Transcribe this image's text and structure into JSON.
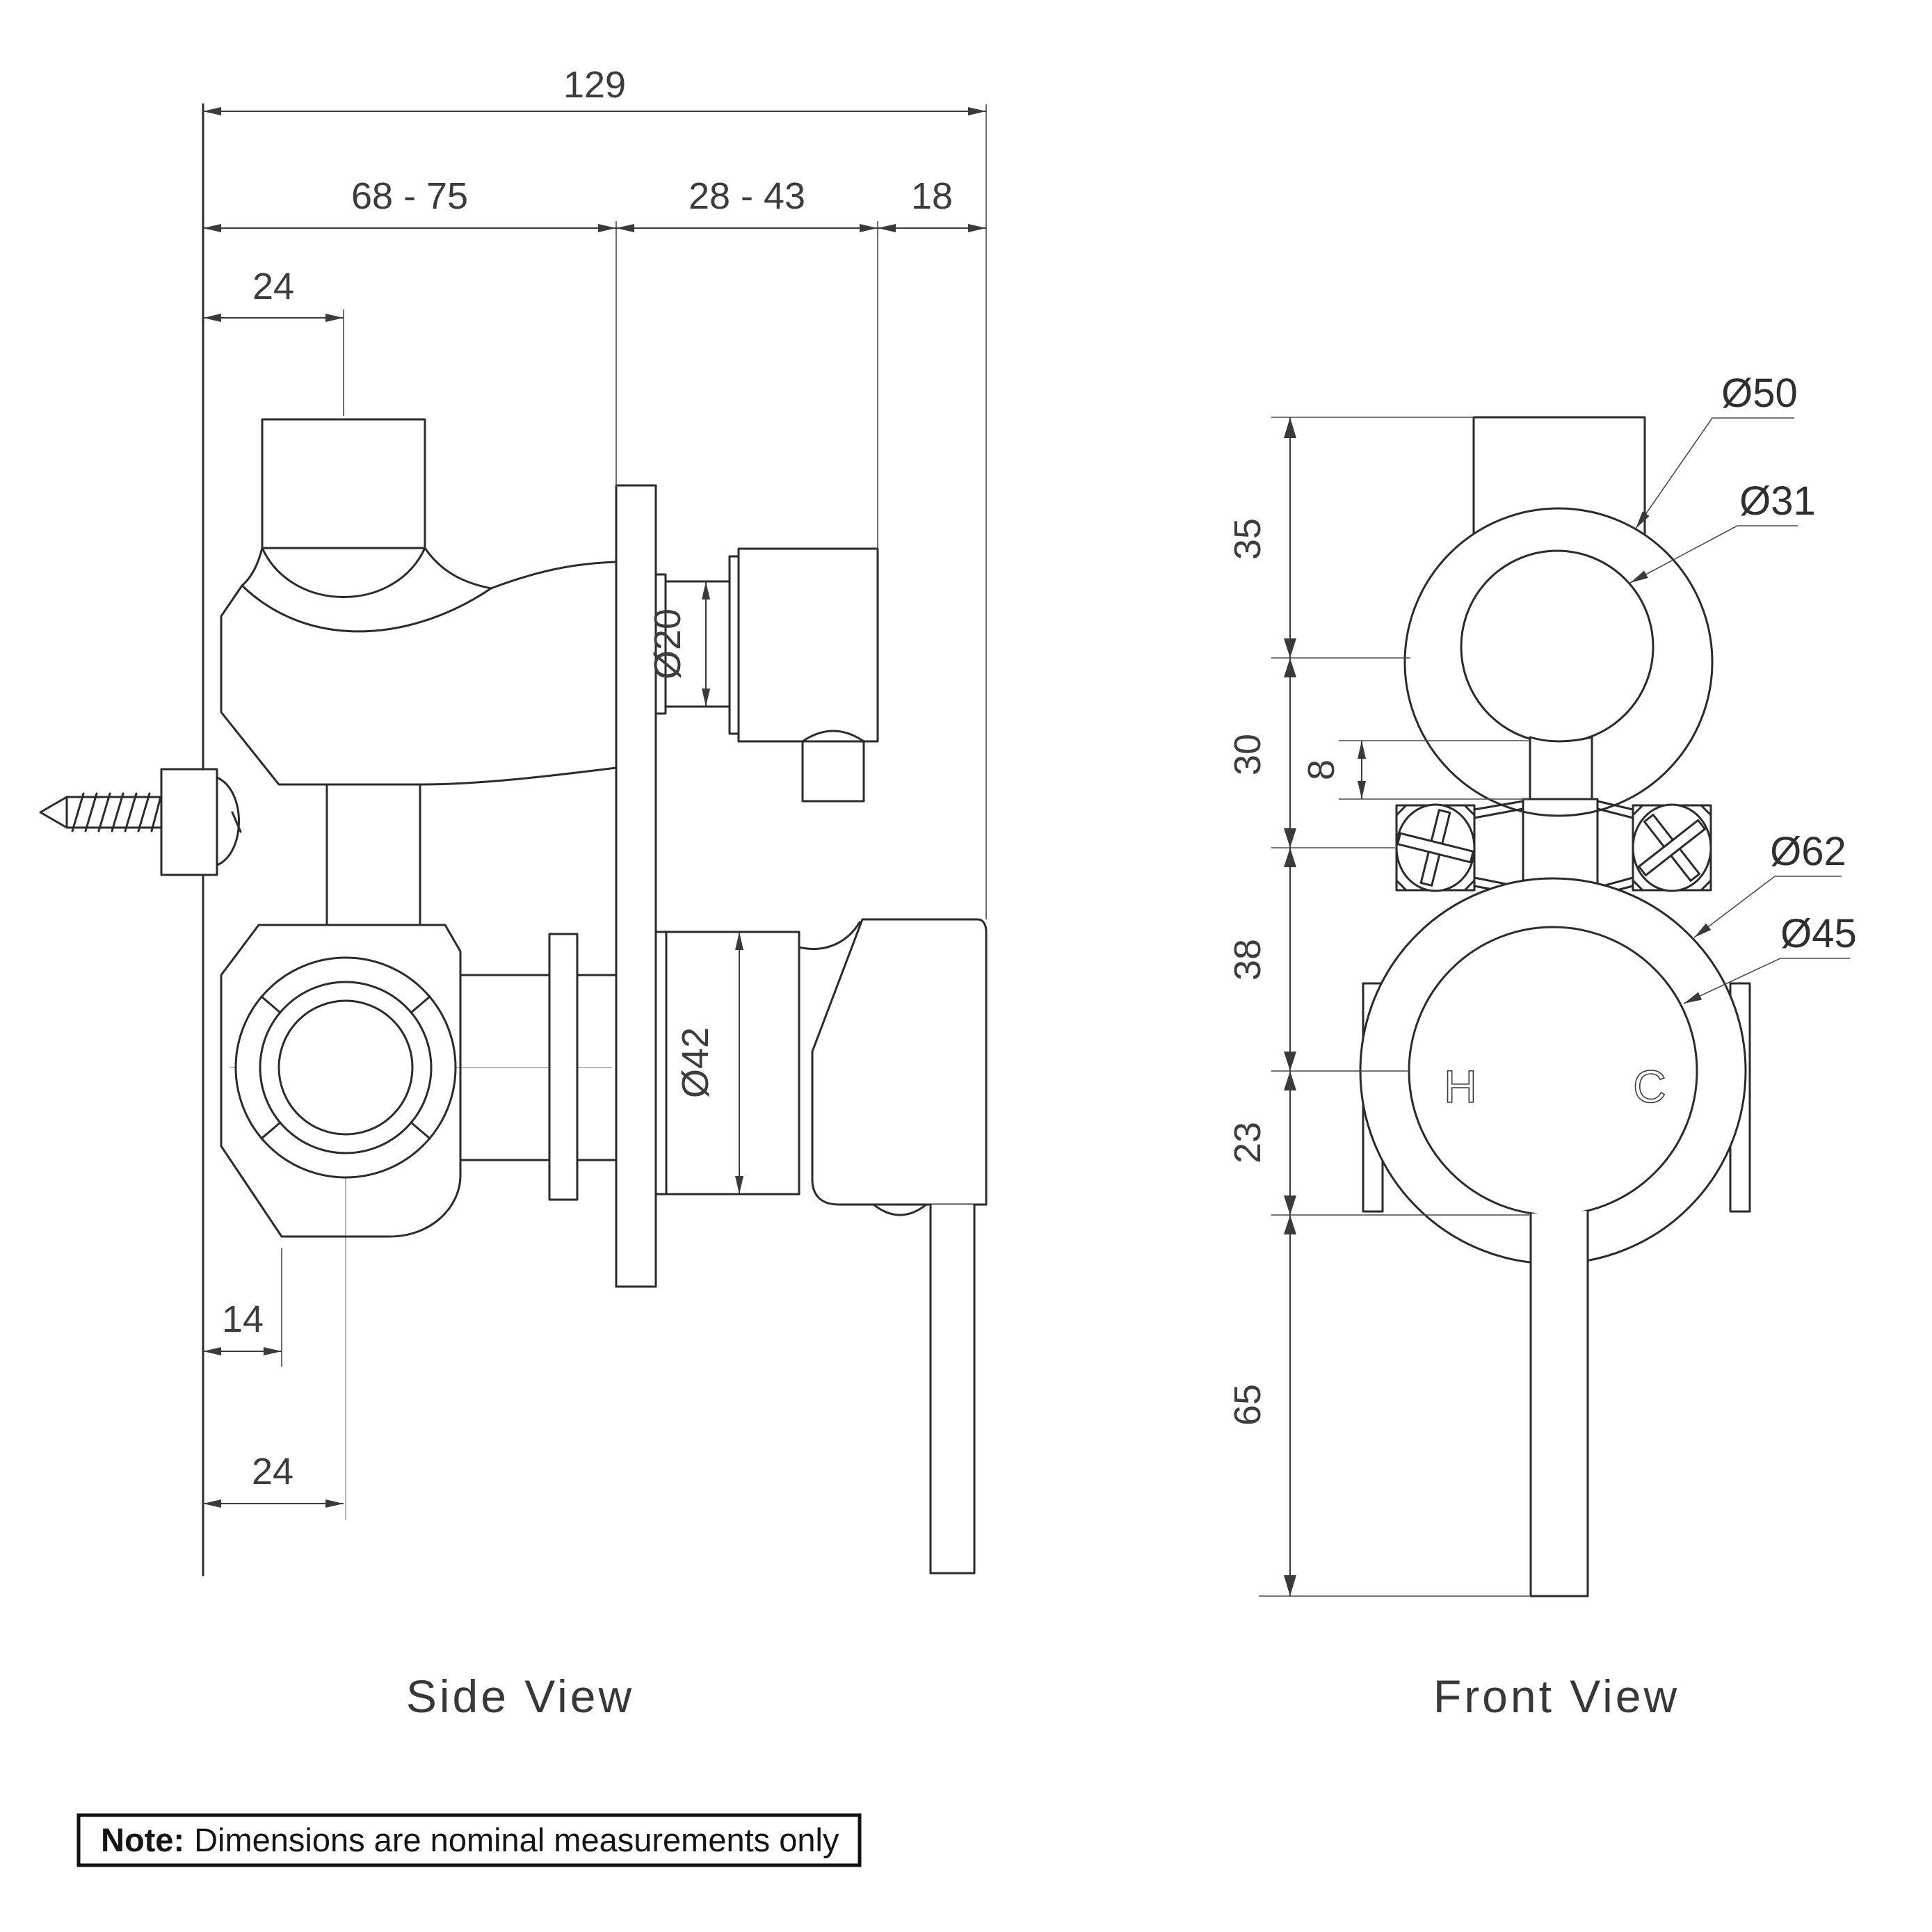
{
  "drawing": {
    "type": "technical-dimension-drawing",
    "subject": "wall-mixer-with-diverter",
    "units": "mm"
  },
  "side_view": {
    "title": "Side View",
    "overall_width": "129",
    "rough_in_depth": "68 - 75",
    "adjust_range": "28 - 43",
    "trim_depth": "18",
    "top_offset": "24",
    "outlet_diameter": "Ø20",
    "body_diameter": "Ø42",
    "foot_offset": "14",
    "center_offset": "24"
  },
  "front_view": {
    "title": "Front View",
    "pipe_to_center": "35",
    "center_to_clamp": "30",
    "stub_height": "8",
    "clamp_to_dial": "38",
    "dial_to_handle": "23",
    "handle_length": "65",
    "top_outer_diameter": "Ø50",
    "top_inner_diameter": "Ø31",
    "dial_outer_diameter": "Ø62",
    "dial_inner_diameter": "Ø45",
    "hot_label": "H",
    "cold_label": "C"
  },
  "note": {
    "label": "Note:",
    "text": "Dimensions are nominal measurements only"
  },
  "colors": {
    "ink": "#2b2b2b",
    "dimension": "#3a3a3a",
    "centerline": "#ababab",
    "background": "#ffffff"
  }
}
